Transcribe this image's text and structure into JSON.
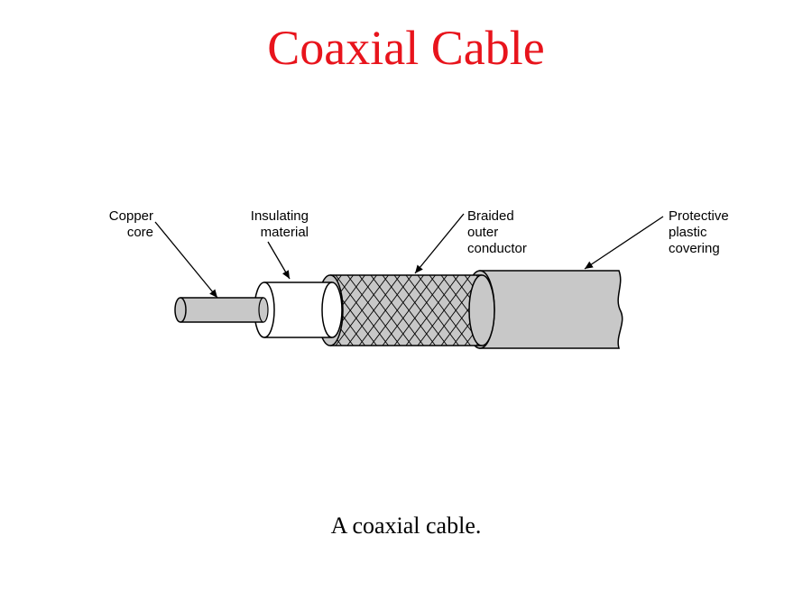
{
  "title": "Coaxial Cable",
  "caption": "A coaxial cable.",
  "labels": {
    "copper_core": "Copper\ncore",
    "insulating_material": "Insulating\nmaterial",
    "braided_outer_conductor": "Braided\nouter\nconductor",
    "protective_plastic_covering": "Protective\nplastic\ncovering"
  },
  "colors": {
    "title": "#e8141c",
    "cable_gray": "#c8c8c8",
    "insulator": "#ffffff",
    "outline": "#000000"
  }
}
